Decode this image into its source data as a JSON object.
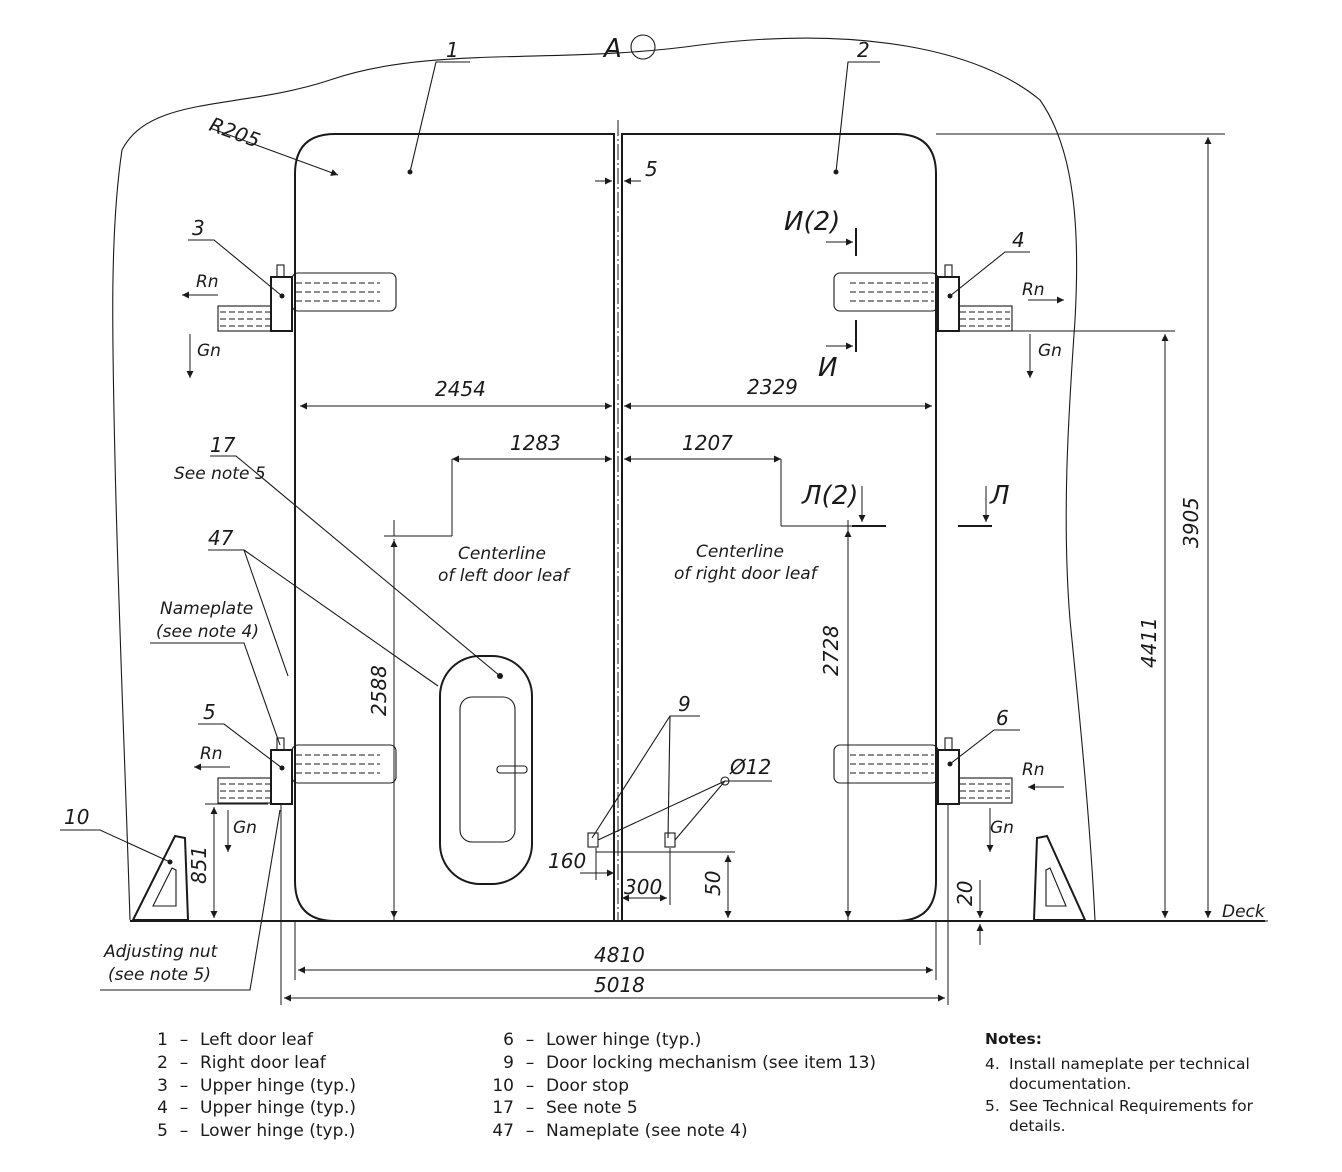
{
  "views": {
    "view_a": "А",
    "section_i_label": "И(2)",
    "section_i_end": "И",
    "section_l_label": "Л(2)",
    "section_l_end": "Л"
  },
  "callouts": {
    "c1": "1",
    "c2": "2",
    "c3": "3",
    "c4": "4",
    "c5": "5",
    "c6": "6",
    "c9": "9",
    "c10": "10",
    "c17": "17",
    "c47": "47"
  },
  "dimensions": {
    "radius": "R205",
    "gap": "5",
    "left_width": "2454",
    "right_width": "2329",
    "left_cl_offset": "1283",
    "right_cl_offset": "1207",
    "left_cl_height": "2588",
    "right_cl_height": "2728",
    "overall_height": "3905",
    "hinge_height": "4411",
    "leaf_width": "4810",
    "total_width": "5018",
    "bottom_hinge_height": "851",
    "lock_offset": "160",
    "lock_spacing": "300",
    "lock_height": "50",
    "deck_gap": "20",
    "hole_dia": "Ø12"
  },
  "labels": {
    "see_note5": "See note 5",
    "nameplate": "Nameplate",
    "see_note4": "(see note 4)",
    "cl_left_1": "Centerline",
    "cl_left_2": "of left door leaf",
    "cl_right_1": "Centerline",
    "cl_right_2": "of right door leaf",
    "adj_nut_1": "Adjusting nut",
    "adj_nut_2": "(see note 5)",
    "deck": "Deck",
    "rn": "Rn",
    "gn": "Gn"
  },
  "legend_left": [
    {
      "num": "1",
      "text": "Left door leaf"
    },
    {
      "num": "2",
      "text": "Right door leaf"
    },
    {
      "num": "3",
      "text": "Upper hinge (typ.)"
    },
    {
      "num": "4",
      "text": "Upper hinge (typ.)"
    },
    {
      "num": "5",
      "text": "Lower hinge (typ.)"
    }
  ],
  "legend_right": [
    {
      "num": "6",
      "text": "Lower hinge (typ.)"
    },
    {
      "num": "9",
      "text": "Door locking mechanism (see item 13)"
    },
    {
      "num": "10",
      "text": "Door stop"
    },
    {
      "num": "17",
      "text": "See note 5"
    },
    {
      "num": "47",
      "text": "Nameplate (see note 4)"
    }
  ],
  "legend_dash": "–",
  "notes": {
    "title": "Notes:",
    "items": [
      {
        "num": "4.",
        "text": "Install nameplate per technical documentation."
      },
      {
        "num": "5.",
        "text": "See Technical Requirements for details."
      }
    ]
  }
}
